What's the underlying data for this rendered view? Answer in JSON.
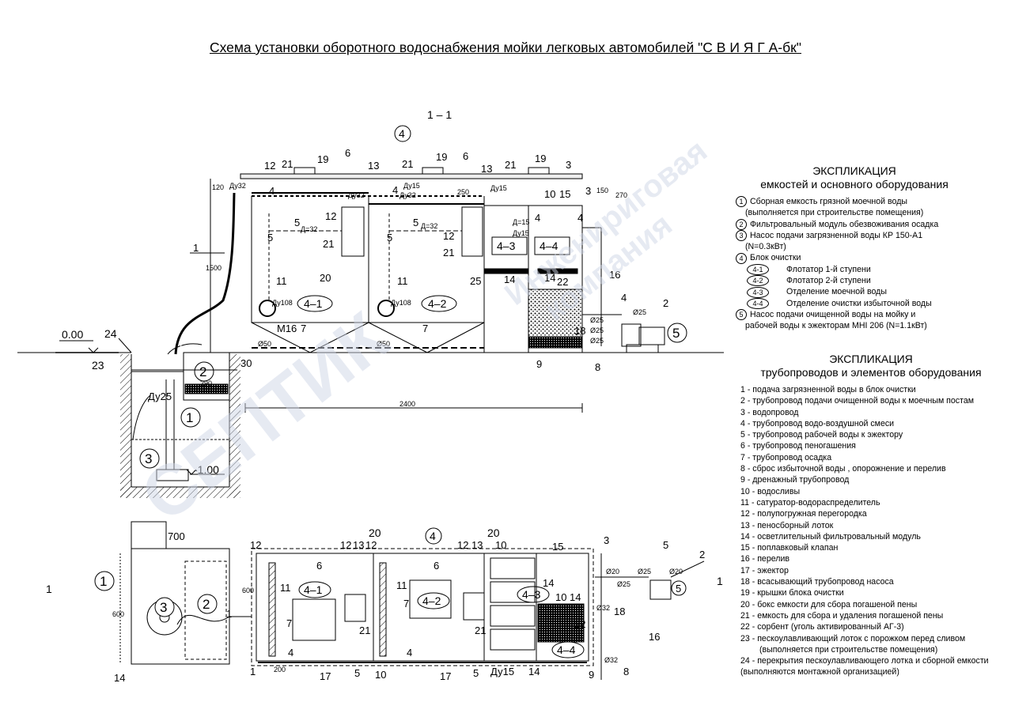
{
  "title": "Схема установки оборотного водоснабжения мойки легковых автомобилей \"С В И Я Г А-бк\"",
  "section_label": "1 – 1",
  "watermark": {
    "line1": "СЕПТИК",
    "line2": "Инженириговая",
    "line3": "компания"
  },
  "levels": {
    "top": "0.00",
    "bottom": "-1.00"
  },
  "dims": {
    "d2400": "2400",
    "d1500": "1500",
    "d120": "120",
    "d150": "150",
    "d270": "270",
    "d250": "250",
    "d700": "700",
    "d600a": "600",
    "d600b": "600",
    "d200": "200",
    "d290": "290"
  },
  "pipe_labels": {
    "du25": "Ду25",
    "du32": "Ду32",
    "du15": "Ду15",
    "du108": "Ду108",
    "d32": "Д=32",
    "d15": "Д=15",
    "o50": "Ø50",
    "o25": "Ø25",
    "o20": "Ø20",
    "o32": "Ø32",
    "m16": "M16"
  },
  "expl_equipment": {
    "title1": "ЭКСПЛИКАЦИЯ",
    "title2": "емкостей  и основного оборудования",
    "items": [
      {
        "n": "1",
        "t": "Сборная емкость грязной моечной воды"
      },
      {
        "n": "",
        "t": "(выполняется при строительстве помещения)"
      },
      {
        "n": "2",
        "t": "Фильтровальный модуль обезвоживания осадка"
      },
      {
        "n": "3",
        "t": "Насос подачи загрязненной воды КР 150-А1"
      },
      {
        "n": "",
        "t": "(N=0.3кВт)"
      },
      {
        "n": "4",
        "t": "Блок очистки"
      }
    ],
    "sub": [
      {
        "n": "4-1",
        "t": "Флотатор 1-й ступени"
      },
      {
        "n": "4-2",
        "t": "Флотатор 2-й ступени"
      },
      {
        "n": "4-3",
        "t": "Отделение моечной воды"
      },
      {
        "n": "4-4",
        "t": "Отделение очистки избыточной воды"
      }
    ],
    "items2": [
      {
        "n": "5",
        "t": "Насос подачи очищенной воды на мойку и"
      },
      {
        "n": "",
        "t": "рабочей  воды к эжекторам MHI 206 (N=1.1кВт)"
      }
    ]
  },
  "expl_pipes": {
    "title1": "ЭКСПЛИКАЦИЯ",
    "title2": "трубопроводов и элементов оборудования",
    "items": [
      "1 -  подача загрязненной воды в блок очистки",
      "2 - трубопровод подачи очищенной воды к моечным постам",
      "3 - водопровод",
      "4 - трубопровод водо-воздушной смеси",
      "5 - трубопровод рабочей воды к эжектору",
      "6 - трубопровод пеногашения",
      "7 - трубопровод осадка",
      "8 - сброс избыточной воды , опорожнение и перелив",
      "9 - дренажный трубопровод",
      "10 - водосливы",
      "11 - сатуратор-водораспределитель",
      "12 - полупогружная перегородка",
      "13 - пеносборный лоток",
      "14 - осветлительный фильтровальный модуль",
      "15 - поплавковый клапан",
      "16 - перелив",
      "17 - эжектор",
      "18 - всасывающий трубопровод насоса",
      "19 - крышки блока очистки",
      "20 - бокс емкости для сбора погашеной пены",
      "21 - емкость для сбора и удаления погашеной пены",
      "22 - сорбент (уголь активированный АГ-3)",
      "23 - пескоулавливающий лоток с порожком перед сливом",
      "(выполняется при строительстве помещения)",
      "24 - перекрытия пескоулавливающего лотка и сборной емкости (выполняются монтажной организацией)"
    ]
  },
  "section_marks": {
    "n1": "1",
    "n4": "4",
    "n5": "5",
    "n41": "4–1",
    "n42": "4–2",
    "n43": "4–3",
    "n44": "4–4",
    "n2": "2",
    "n3": "3"
  },
  "nums": {
    "1": "1",
    "2": "2",
    "3": "3",
    "4": "4",
    "5": "5",
    "6": "6",
    "7": "7",
    "8": "8",
    "9": "9",
    "10": "10",
    "11": "11",
    "12": "12",
    "13": "13",
    "14": "14",
    "15": "15",
    "16": "16",
    "17": "17",
    "18": "18",
    "19": "19",
    "20": "20",
    "21": "21",
    "22": "22",
    "23": "23",
    "24": "24",
    "25": "25",
    "30": "30"
  }
}
